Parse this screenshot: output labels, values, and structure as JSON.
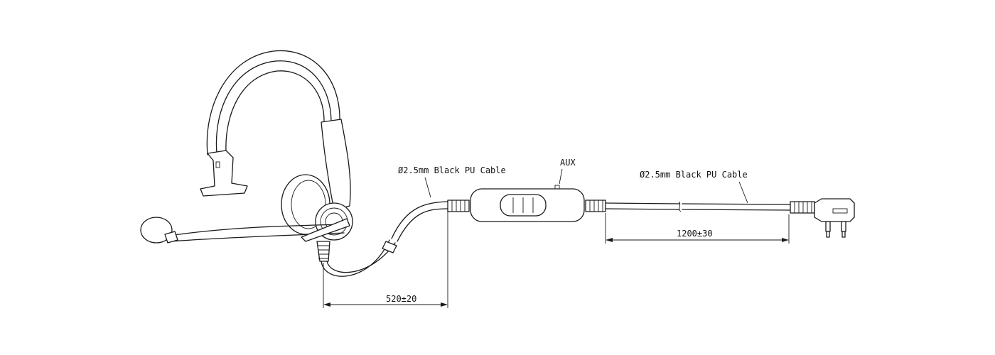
{
  "labels": {
    "cable_left": "Ø2.5mm Black PU Cable",
    "cable_right": "Ø2.5mm Black PU Cable",
    "aux": "AUX",
    "dim_left": "520±20",
    "dim_right": "1200±30"
  },
  "colors": {
    "line": "#1a1a1a",
    "background": "#ffffff"
  }
}
